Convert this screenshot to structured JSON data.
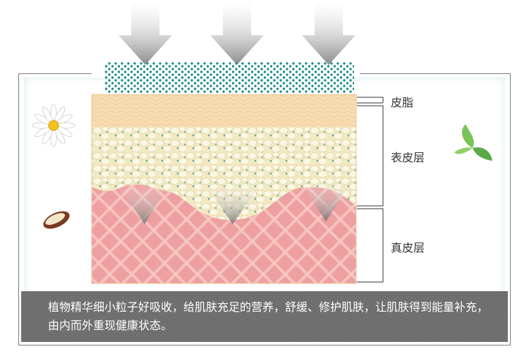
{
  "labels": {
    "sebum": "皮脂",
    "epidermis": "表皮层",
    "dermis": "真皮层"
  },
  "caption": "植物精华细小粒子好吸收，给肌肤充足的营养，舒缓、修护肌肤，让肌肤得到能量补充，由内而外重现健康状态。",
  "colors": {
    "particle": "#1f8f8a",
    "sebum": "#f4d7a8",
    "epidermis": "#f3ecc9",
    "dermis": "#ef9b9b",
    "caption_bg": "#6e6e6e"
  },
  "icons": [
    "daisy-flower-icon",
    "leaf-icon",
    "nut-slice-icon",
    "down-arrow-icon"
  ]
}
